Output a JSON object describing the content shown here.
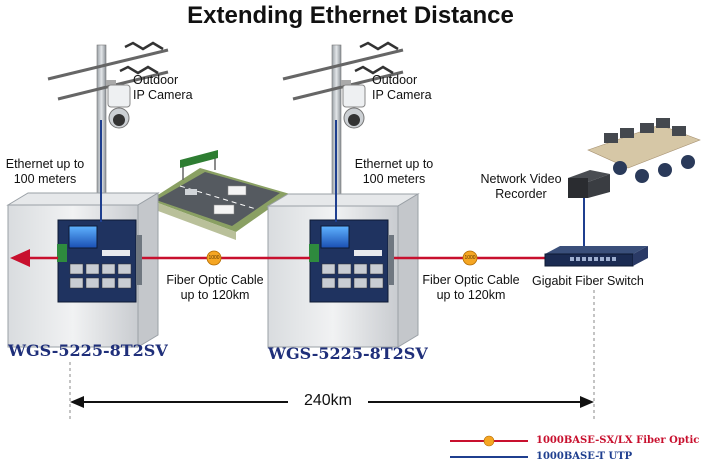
{
  "title": "Extending Ethernet Distance",
  "labels": {
    "camera_1": [
      "Outdoor",
      "IP Camera"
    ],
    "camera_2": [
      "Outdoor",
      "IP Camera"
    ],
    "ethernet_1": [
      "Ethernet up to",
      "100 meters"
    ],
    "ethernet_2": [
      "Ethernet up to",
      "100 meters"
    ],
    "fiber_1": [
      "Fiber Optic Cable",
      "up to 120km"
    ],
    "fiber_2": [
      "Fiber Optic Cable",
      "up to 120km"
    ],
    "nvr": [
      "Network Video",
      "Recorder"
    ],
    "gigabit_switch": "Gigabit Fiber Switch"
  },
  "models": {
    "switch_1": "WGS-5225-8T2SV",
    "switch_2": "WGS-5225-8T2SV"
  },
  "distance": "240km",
  "fiber_marker": "1000",
  "legend": {
    "fiber": {
      "label": "1000BASE-SX/LX Fiber Optic",
      "color": "#c8102e"
    },
    "utp": {
      "label": "1000BASE-T UTP",
      "color": "#1f3f8f"
    }
  },
  "colors": {
    "fiber_line": "#c8102e",
    "utp_line": "#1f3f8f",
    "marker_fill": "#f5a623"
  }
}
